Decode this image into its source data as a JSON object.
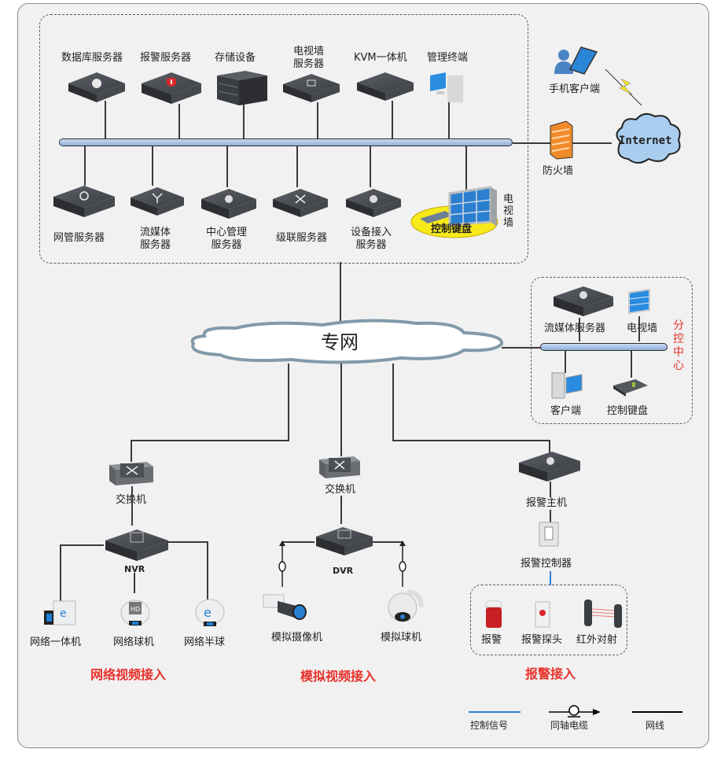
{
  "core": {
    "top_devices": [
      {
        "label": "数据库服务器",
        "icon": "database-server-icon"
      },
      {
        "label": "报警服务器",
        "icon": "alarm-server-icon"
      },
      {
        "label": "存储设备",
        "icon": "storage-device-icon"
      },
      {
        "label": "电视墙\n服务器",
        "icon": "tv-wall-server-icon"
      },
      {
        "label": "KVM一体机",
        "icon": "kvm-unit-icon"
      },
      {
        "label": "管理终端",
        "icon": "management-terminal-icon"
      }
    ],
    "bottom_devices": [
      {
        "label": "网管服务器",
        "icon": "network-management-server-icon"
      },
      {
        "label": "流媒体\n服务器",
        "icon": "streaming-server-icon"
      },
      {
        "label": "中心管理\n服务器",
        "icon": "central-management-server-icon"
      },
      {
        "label": "级联服务器",
        "icon": "cascade-server-icon"
      },
      {
        "label": "设备接入\n服务器",
        "icon": "device-access-server-icon"
      }
    ],
    "control_keyboard": "控制键盘",
    "tv_wall": "电\n视\n墙"
  },
  "external": {
    "mobile_client": "手机客户端",
    "firewall": "防火墙",
    "internet": "Internet"
  },
  "private_network": "专网",
  "branch": {
    "title": "分\n控\n中\n心",
    "streaming_server": "流媒体服务器",
    "tv_wall": "电视墙",
    "client": "客户端",
    "control_keyboard": "控制键盘"
  },
  "network_video": {
    "switch": "交换机",
    "recorder": "NVR",
    "devices": [
      "网络一体机",
      "网络球机",
      "网络半球"
    ],
    "title": "网络视频接入"
  },
  "analog_video": {
    "switch": "交换机",
    "recorder": "DVR",
    "devices": [
      "模拟摄像机",
      "模拟球机"
    ],
    "title": "模拟视频接入"
  },
  "alarm": {
    "host": "报警主机",
    "controller": "报警控制器",
    "devices": [
      "报警",
      "报警探头",
      "红外对射"
    ],
    "title": "报警接入"
  },
  "legend": [
    {
      "label": "控制信号",
      "style": "control-signal",
      "color": "#2f7fe0"
    },
    {
      "label": "同轴电缆",
      "style": "coax-cable",
      "color": "#000000"
    },
    {
      "label": "网线",
      "style": "network-cable",
      "color": "#000000"
    }
  ]
}
